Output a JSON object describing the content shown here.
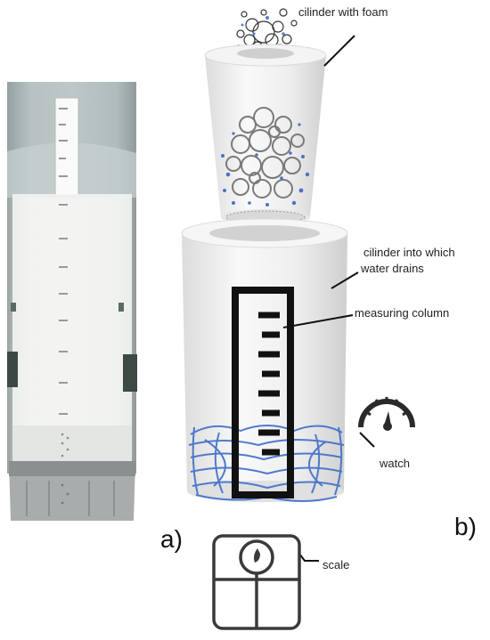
{
  "labels": {
    "foam_cylinder": "cilinder with foam",
    "drain_cylinder_line1": "cilinder into which",
    "drain_cylinder_line2": "water drains",
    "measuring_column": "measuring column",
    "watch": "watch",
    "scale": "scale",
    "panel_a": "a)",
    "panel_b": "b)"
  },
  "colors": {
    "water": "#3d6ec9",
    "foam": "#7a7a7a",
    "outline": "#111111",
    "cylinder": "#f2f2f2"
  },
  "icons": [
    "foam-bubbles",
    "water-drops",
    "watch-icon",
    "scale-icon"
  ]
}
